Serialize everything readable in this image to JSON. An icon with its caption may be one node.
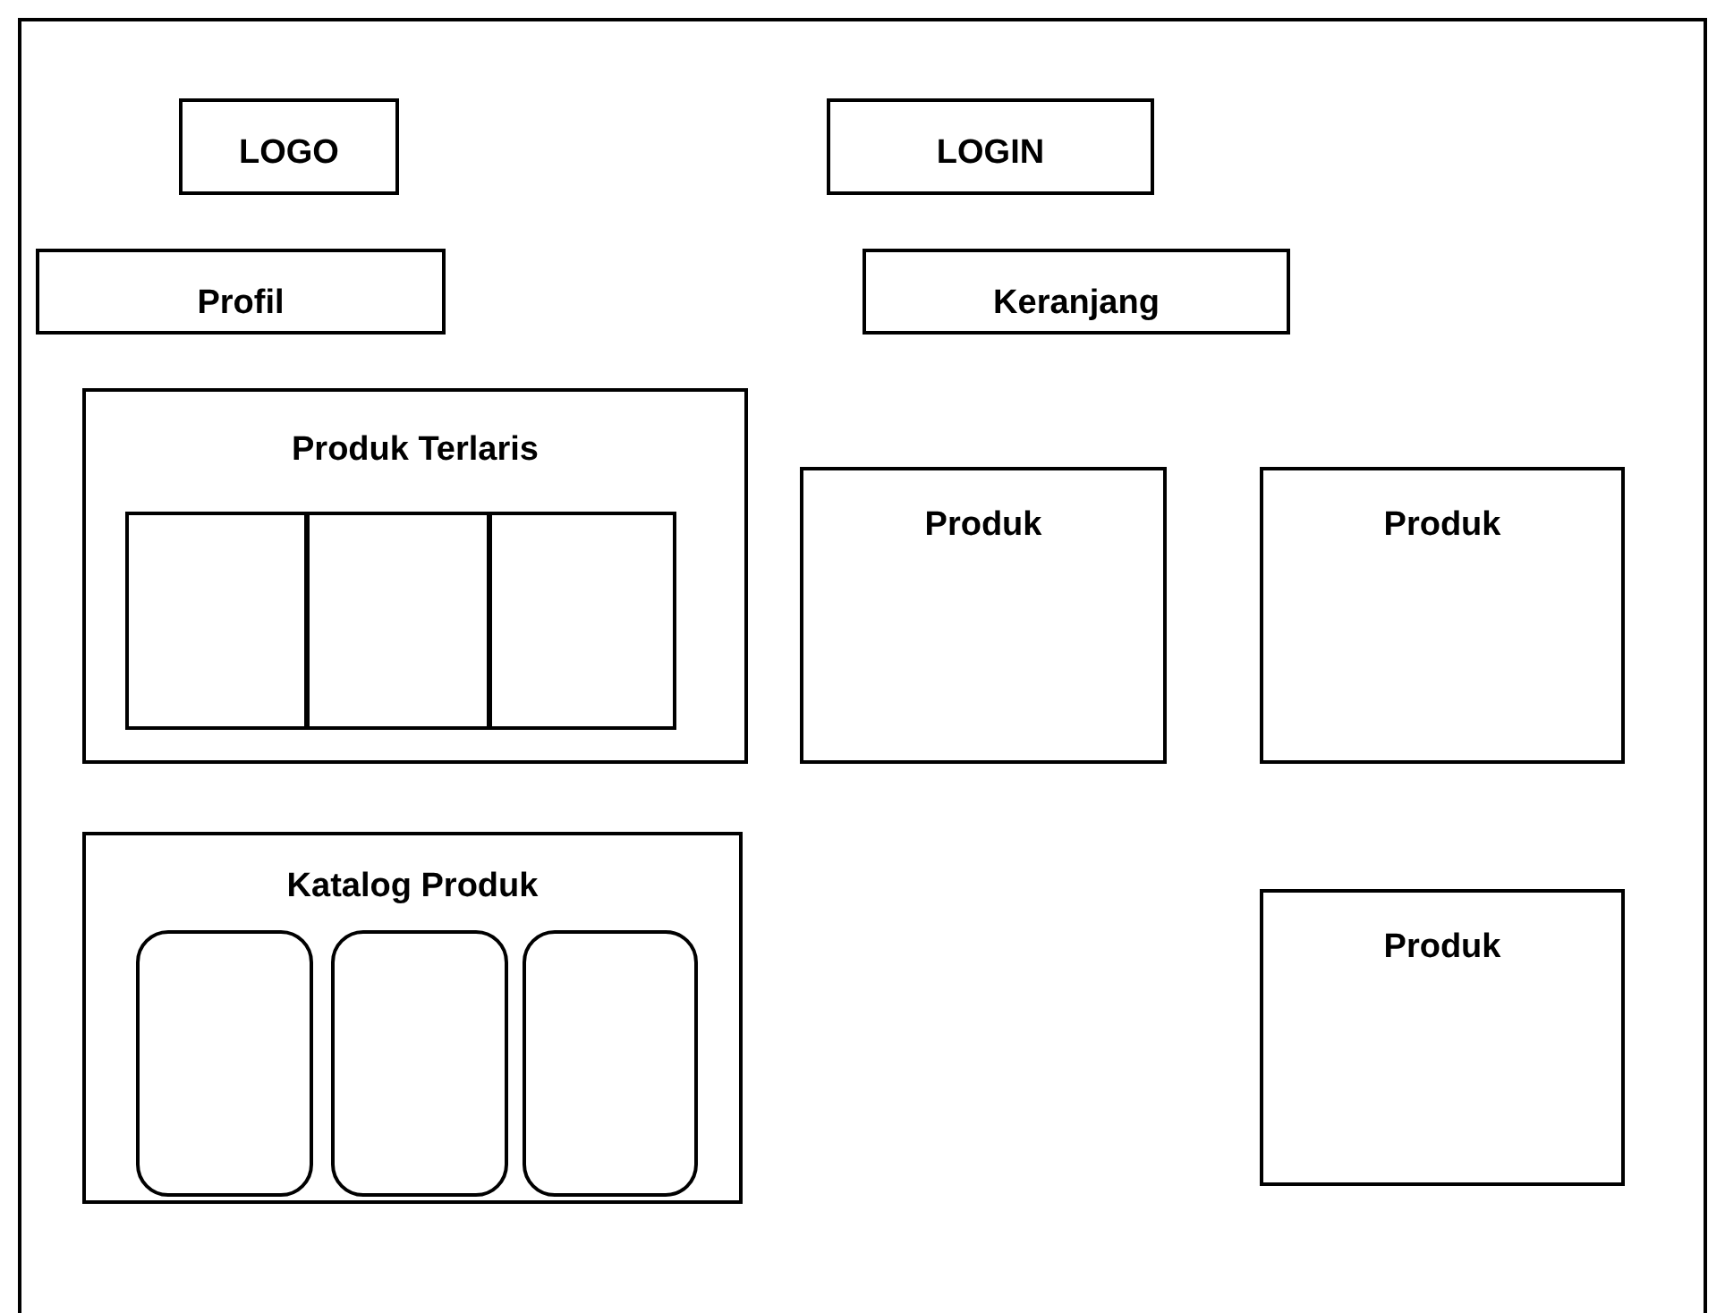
{
  "diagram": {
    "nodes": [
      {
        "text": [
          "LOGO"
        ]
      },
      {
        "text": [
          "LOGIN"
        ]
      },
      {
        "text": [
          "Profil"
        ]
      },
      {
        "text": [
          "Keranjang"
        ]
      },
      {
        "text": [
          "Produk Terlaris"
        ]
      },
      {
        "text": [],
        "shape": "box",
        "in": 4
      },
      {
        "text": [],
        "shape": "box",
        "in": 4
      },
      {
        "text": [],
        "shape": "box",
        "in": 4
      },
      {
        "text": [
          "Produk"
        ]
      },
      {
        "text": [
          "Produk"
        ]
      },
      {
        "text": [
          "Katalog Produk"
        ]
      },
      {
        "text": [],
        "shape": "box",
        "in": 10
      },
      {
        "text": [],
        "shape": "box",
        "in": 10
      },
      {
        "text": [],
        "shape": "box",
        "in": 10
      },
      {
        "text": [
          "Produk"
        ]
      }
    ]
  }
}
